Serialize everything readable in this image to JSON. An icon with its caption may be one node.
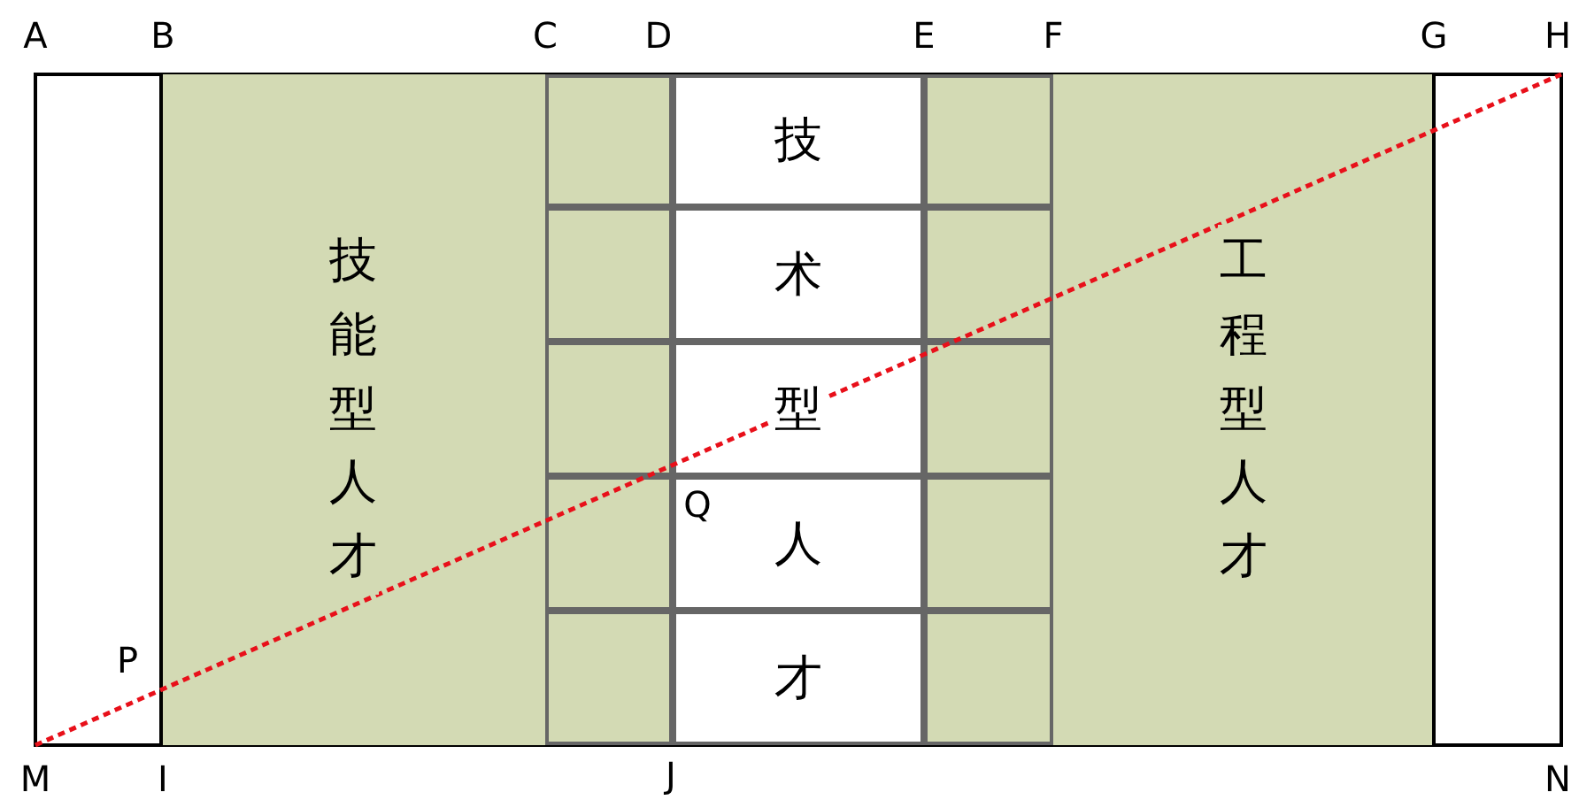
{
  "diagram": {
    "nodes": [
      {
        "text": [
          "技能型人才"
        ]
      },
      {
        "text": [],
        "shape": "box"
      },
      {
        "text": [],
        "shape": "box"
      },
      {
        "text": [],
        "shape": "box"
      },
      {
        "text": [],
        "shape": "box"
      },
      {
        "text": [],
        "shape": "box"
      },
      {
        "text": [
          "技"
        ]
      },
      {
        "text": [
          "术"
        ]
      },
      {
        "text": [
          "型"
        ]
      },
      {
        "text": [
          "人"
        ]
      },
      {
        "text": [
          "才"
        ]
      },
      {
        "text": [],
        "shape": "box"
      },
      {
        "text": [],
        "shape": "box"
      },
      {
        "text": [],
        "shape": "box"
      },
      {
        "text": [],
        "shape": "box"
      },
      {
        "text": [],
        "shape": "box"
      },
      {
        "text": [
          "工程型人才"
        ]
      }
    ],
    "labels": [
      "A",
      "B",
      "C",
      "D",
      "E",
      "F",
      "G",
      "H",
      "Q",
      "P",
      "M",
      "I",
      "J",
      "N"
    ]
  }
}
